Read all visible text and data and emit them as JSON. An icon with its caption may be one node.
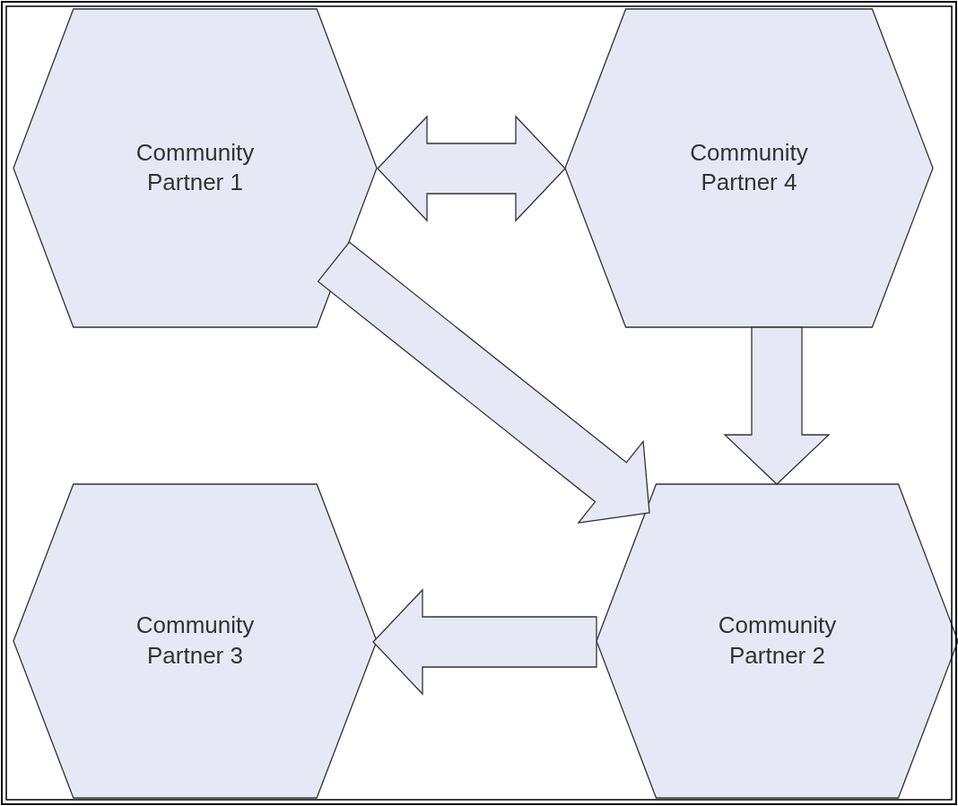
{
  "diagram": {
    "nodes": [
      {
        "text": [
          "Community Partner 1"
        ]
      },
      {
        "text": [
          "Community Partner 4"
        ]
      },
      {
        "text": [
          "Community Partner 3"
        ]
      },
      {
        "text": [
          "Community Partner 2"
        ]
      }
    ],
    "edges": [
      {
        "from": 0,
        "to": 1,
        "arrow": "both"
      },
      {
        "from": 0,
        "to": 3,
        "arrow": "to"
      },
      {
        "from": 1,
        "to": 3,
        "arrow": "to"
      },
      {
        "from": 3,
        "to": 2,
        "arrow": "to"
      }
    ]
  }
}
